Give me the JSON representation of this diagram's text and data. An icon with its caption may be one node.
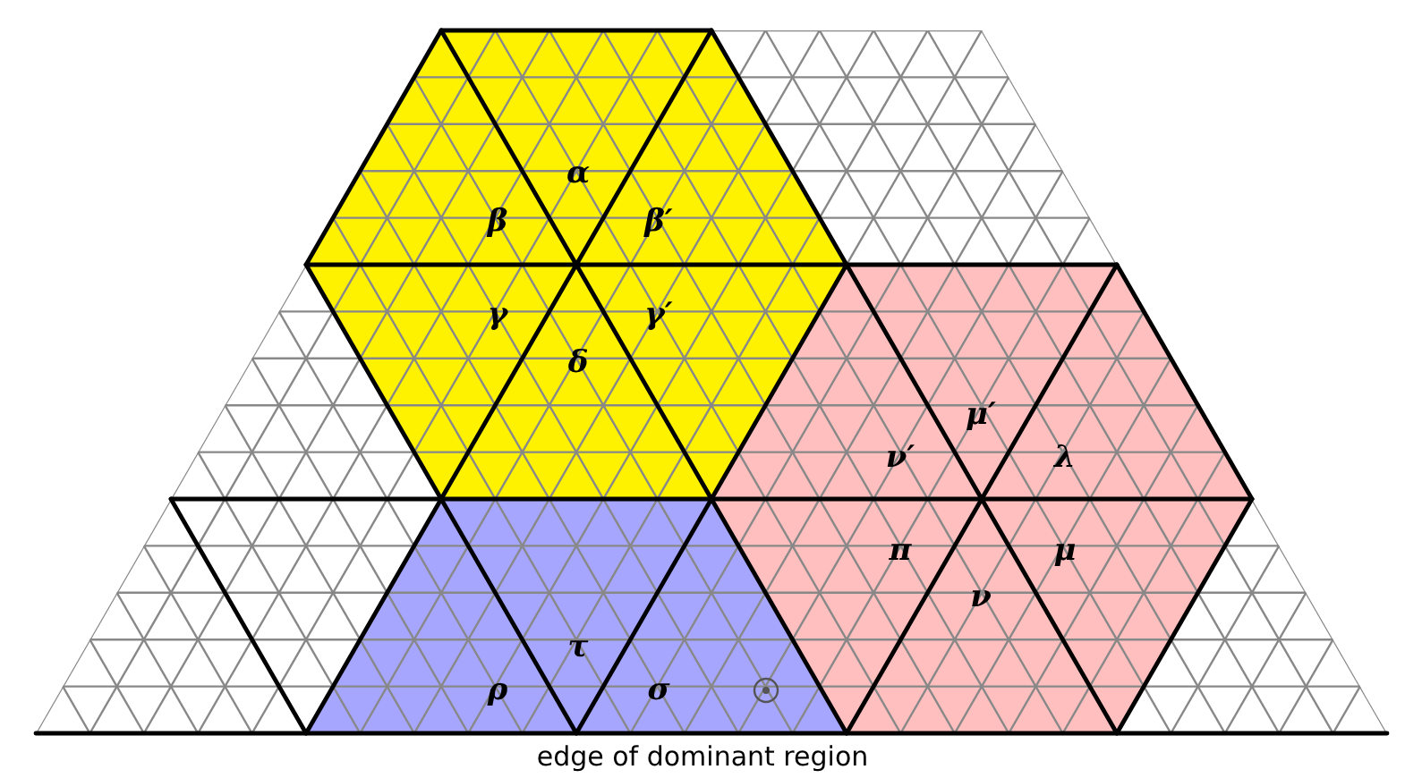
{
  "diagram": {
    "caption": "edge of dominant region",
    "labels": [
      "α",
      "β",
      "β′",
      "γ",
      "γ′",
      "δ",
      "μ′",
      "ν′",
      "λ",
      "π",
      "μ",
      "ν",
      "τ",
      "ρ",
      "σ"
    ]
  }
}
